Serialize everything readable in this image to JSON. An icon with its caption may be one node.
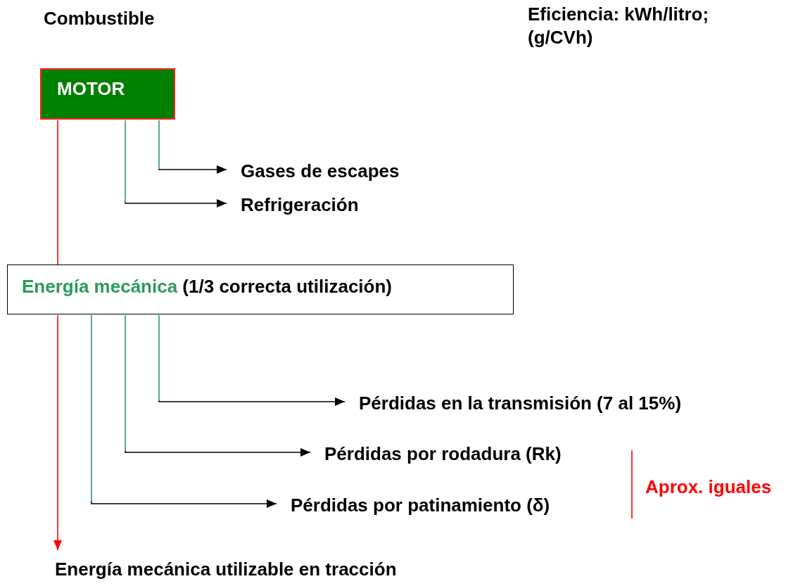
{
  "diagram": {
    "nodes": [
      {
        "text": [
          "MOTOR"
        ]
      },
      {
        "text": [
          "Gases de escapes"
        ]
      },
      {
        "text": [
          "Refrigeración"
        ]
      },
      {
        "text": [
          "Energía mecánica",
          "(1/3 correcta utilización)"
        ]
      },
      {
        "text": [
          "Pérdidas en la transmisión (7 al 15%)"
        ]
      },
      {
        "text": [
          "Pérdidas por rodadura (Rk)"
        ]
      },
      {
        "text": [
          "Pérdidas por patinamiento (δ)"
        ]
      },
      {
        "text": [
          "Energía mecánica utilizable en tracción"
        ]
      }
    ],
    "edges": [
      {
        "from": 0,
        "to": 1,
        "arrow": "to"
      },
      {
        "from": 0,
        "to": 2,
        "arrow": "to"
      },
      {
        "from": 0,
        "to": 3,
        "arrow": "none",
        "color": "#ff0000"
      },
      {
        "from": 3,
        "to": 7,
        "arrow": "to",
        "color": "#ff0000"
      },
      {
        "from": 3,
        "to": 4,
        "arrow": "to"
      },
      {
        "from": 3,
        "to": 5,
        "arrow": "to"
      },
      {
        "from": 3,
        "to": 6,
        "arrow": "to"
      }
    ],
    "labels": [
      "Combustible",
      "Eficiencia: kWh/litro; (g/CVh)",
      "Aprox. iguales"
    ]
  }
}
